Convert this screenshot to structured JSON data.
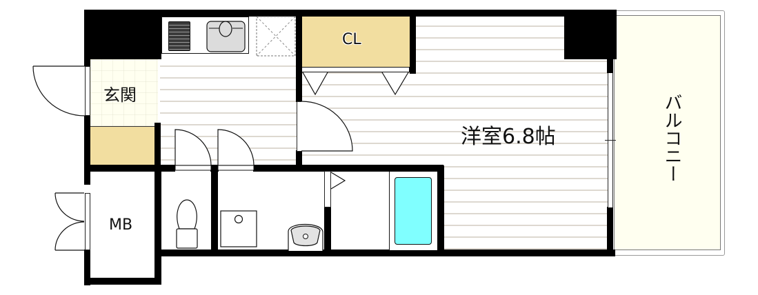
{
  "floor_plan": {
    "rooms": {
      "entrance": {
        "label": "玄関",
        "color": "#fffff0"
      },
      "closet": {
        "label": "CL",
        "color": "#f2dea0"
      },
      "western_room": {
        "label": "洋室6.8帖",
        "size_jo": 6.8
      },
      "balcony": {
        "label": "バルコニー",
        "color": "#fffff0"
      },
      "meter_box": {
        "label": "MB"
      },
      "shoe_storage": {
        "color": "#f2dea0"
      },
      "kitchen": {
        "fixtures": [
          "gas-stove",
          "sink",
          "fridge-space"
        ]
      },
      "toilet": {
        "fixtures": [
          "toilet"
        ]
      },
      "washroom": {
        "fixtures": [
          "washing-machine-space",
          "wash-basin"
        ]
      },
      "bathroom": {
        "fixtures": [
          "bathtub"
        ],
        "tub_color": "#80ffff"
      }
    },
    "colors": {
      "wall": "#000000",
      "floor_line": "#ddd8d0",
      "beige": "#f2dea0",
      "cream": "#fffff0",
      "tub": "#80ffff"
    }
  }
}
